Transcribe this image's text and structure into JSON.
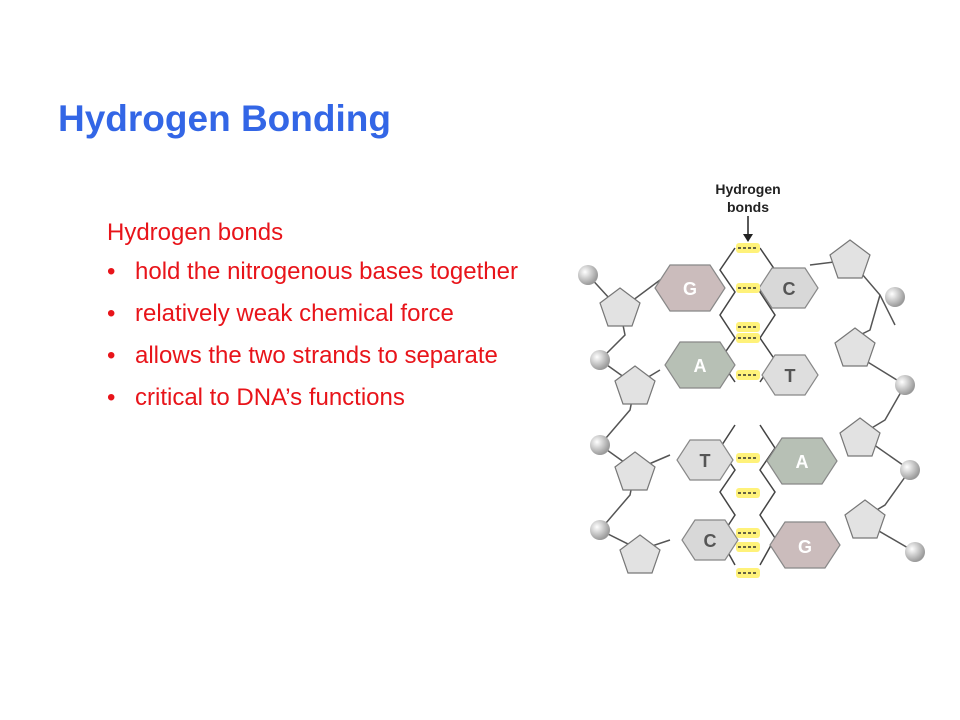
{
  "slide": {
    "title": "Hydrogen Bonding",
    "subheading": "Hydrogen bonds",
    "bullets": [
      "hold the nitrogenous bases together",
      "relatively weak chemical force",
      "allows the two strands to separate",
      "critical to DNA’s functions"
    ]
  },
  "diagram": {
    "label": "Hydrogen\nbonds",
    "label_line1": "Hydrogen",
    "label_line2": "bonds",
    "base_pairs": [
      {
        "left": "G",
        "right": "C"
      },
      {
        "left": "A",
        "right": "T"
      },
      {
        "left": "T",
        "right": "A"
      },
      {
        "left": "C",
        "right": "G"
      }
    ]
  }
}
